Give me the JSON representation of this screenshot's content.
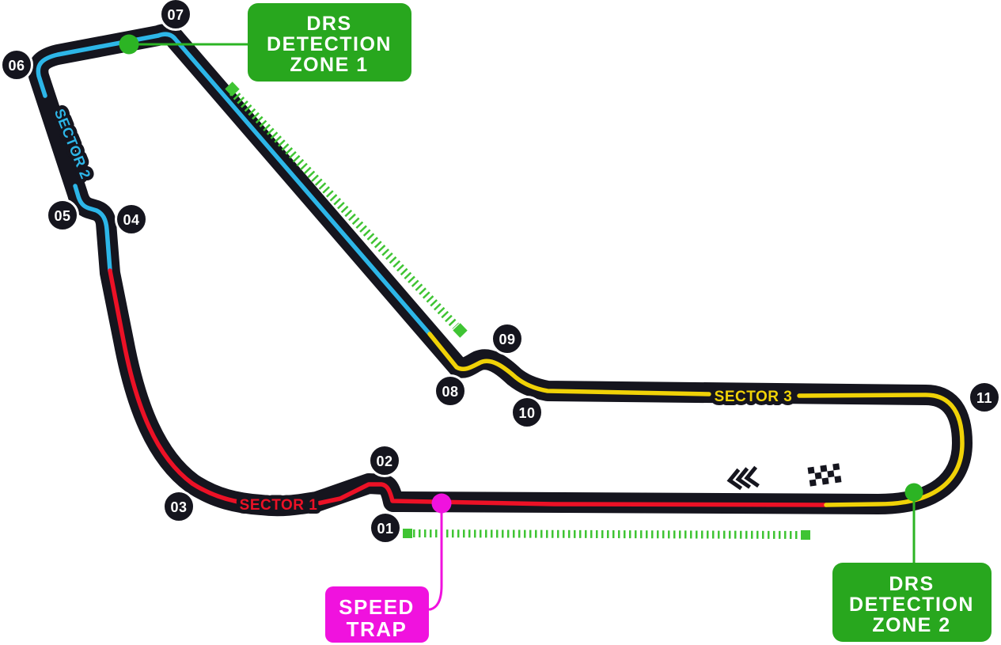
{
  "diagram": {
    "title": "Formula 1 circuit track map with sector colours, DRS detection zones and speed trap",
    "colors": {
      "track": "#15151E",
      "sector1_red": "#EC1126",
      "sector2_cyan": "#2DB6E8",
      "sector3_yellow": "#F0D207",
      "drs_green": "#28A71E",
      "drs_tick_green": "#3FC433",
      "speed_trap_magenta": "#F012DE",
      "background": "#FFFFFF"
    },
    "turns": [
      {
        "label": "01"
      },
      {
        "label": "02"
      },
      {
        "label": "03"
      },
      {
        "label": "04"
      },
      {
        "label": "05"
      },
      {
        "label": "06"
      },
      {
        "label": "07"
      },
      {
        "label": "08"
      },
      {
        "label": "09"
      },
      {
        "label": "10"
      },
      {
        "label": "11"
      }
    ],
    "sectors": [
      {
        "label": "SECTOR 1",
        "color": "#EC1126"
      },
      {
        "label": "SECTOR 2",
        "color": "#2DB6E8"
      },
      {
        "label": "SECTOR 3",
        "color": "#F0D207"
      }
    ],
    "callouts": {
      "drs_zone_1": {
        "lines": [
          "DRS",
          "DETECTION",
          "ZONE 1"
        ],
        "color": "#28A71E"
      },
      "drs_zone_2": {
        "lines": [
          "DRS",
          "DETECTION",
          "ZONE 2"
        ],
        "color": "#28A71E"
      },
      "speed_trap": {
        "lines": [
          "SPEED",
          "TRAP"
        ],
        "color": "#F012DE"
      }
    },
    "icons": [
      {
        "name": "checkered-flag-icon",
        "meaning": "start/finish line"
      },
      {
        "name": "direction-chevrons-icon",
        "meaning": "direction of travel (left)"
      },
      {
        "name": "drs-detection-dot-1",
        "meaning": "DRS detection point 1"
      },
      {
        "name": "drs-detection-dot-2",
        "meaning": "DRS detection point 2"
      },
      {
        "name": "speed-trap-dot",
        "meaning": "speed trap location"
      },
      {
        "name": "drs-zone-ticks-back-straight",
        "meaning": "DRS activation zone ticks"
      },
      {
        "name": "drs-zone-ticks-main-straight",
        "meaning": "DRS activation zone ticks"
      }
    ]
  }
}
